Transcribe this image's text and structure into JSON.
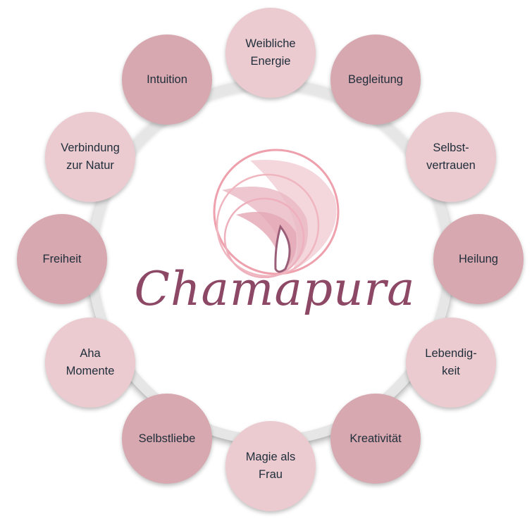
{
  "title": "Chamapura",
  "colors": {
    "node_dark": "#d8a8b0",
    "node_light": "#eccbd0",
    "title": "#8d4866",
    "text": "#1f2d3a"
  },
  "nodes": [
    {
      "label": "Weibliche\nEnergie",
      "tone": "light"
    },
    {
      "label": "Begleitung",
      "tone": "dark"
    },
    {
      "label": "Selbst-\nvertrauen",
      "tone": "light"
    },
    {
      "label": "Heilung",
      "tone": "dark"
    },
    {
      "label": "Lebendig-\nkeit",
      "tone": "light"
    },
    {
      "label": "Kreativität",
      "tone": "dark"
    },
    {
      "label": "Magie als\nFrau",
      "tone": "light"
    },
    {
      "label": "Selbstliebe",
      "tone": "dark"
    },
    {
      "label": "Aha\nMomente",
      "tone": "light"
    },
    {
      "label": "Freiheit",
      "tone": "dark"
    },
    {
      "label": "Verbindung\nzur Natur",
      "tone": "light"
    },
    {
      "label": "Intuition",
      "tone": "dark"
    }
  ]
}
